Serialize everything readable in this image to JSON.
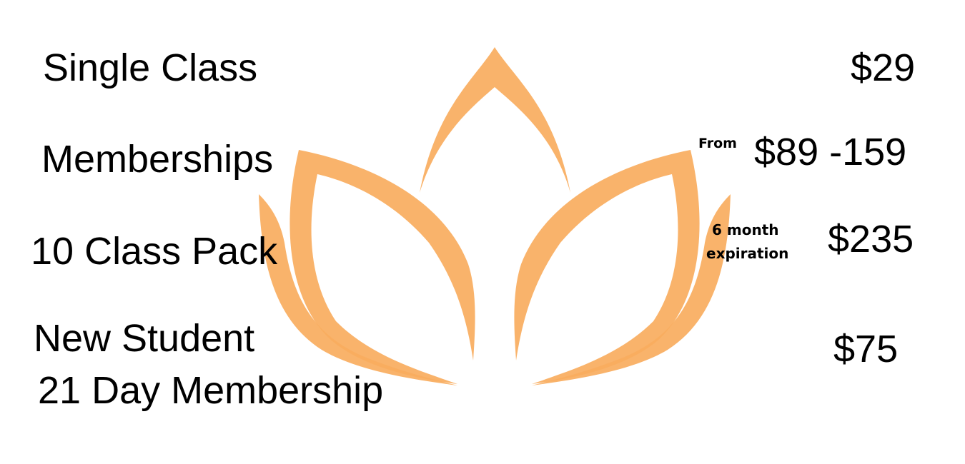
{
  "logo": {
    "icon": "lotus-icon",
    "color": "#F9AD5E"
  },
  "pricing": {
    "single_class": {
      "label": "Single Class",
      "price": "$29"
    },
    "memberships": {
      "label": "Memberships",
      "prefix": "From",
      "price": "$89 -159"
    },
    "class_pack": {
      "label": "10 Class Pack",
      "note_line1": "6 month",
      "note_line2": "expiration",
      "price": "$235"
    },
    "new_student": {
      "label_line1": "New Student",
      "label_line2": "21 Day Membership",
      "price": "$75"
    }
  }
}
